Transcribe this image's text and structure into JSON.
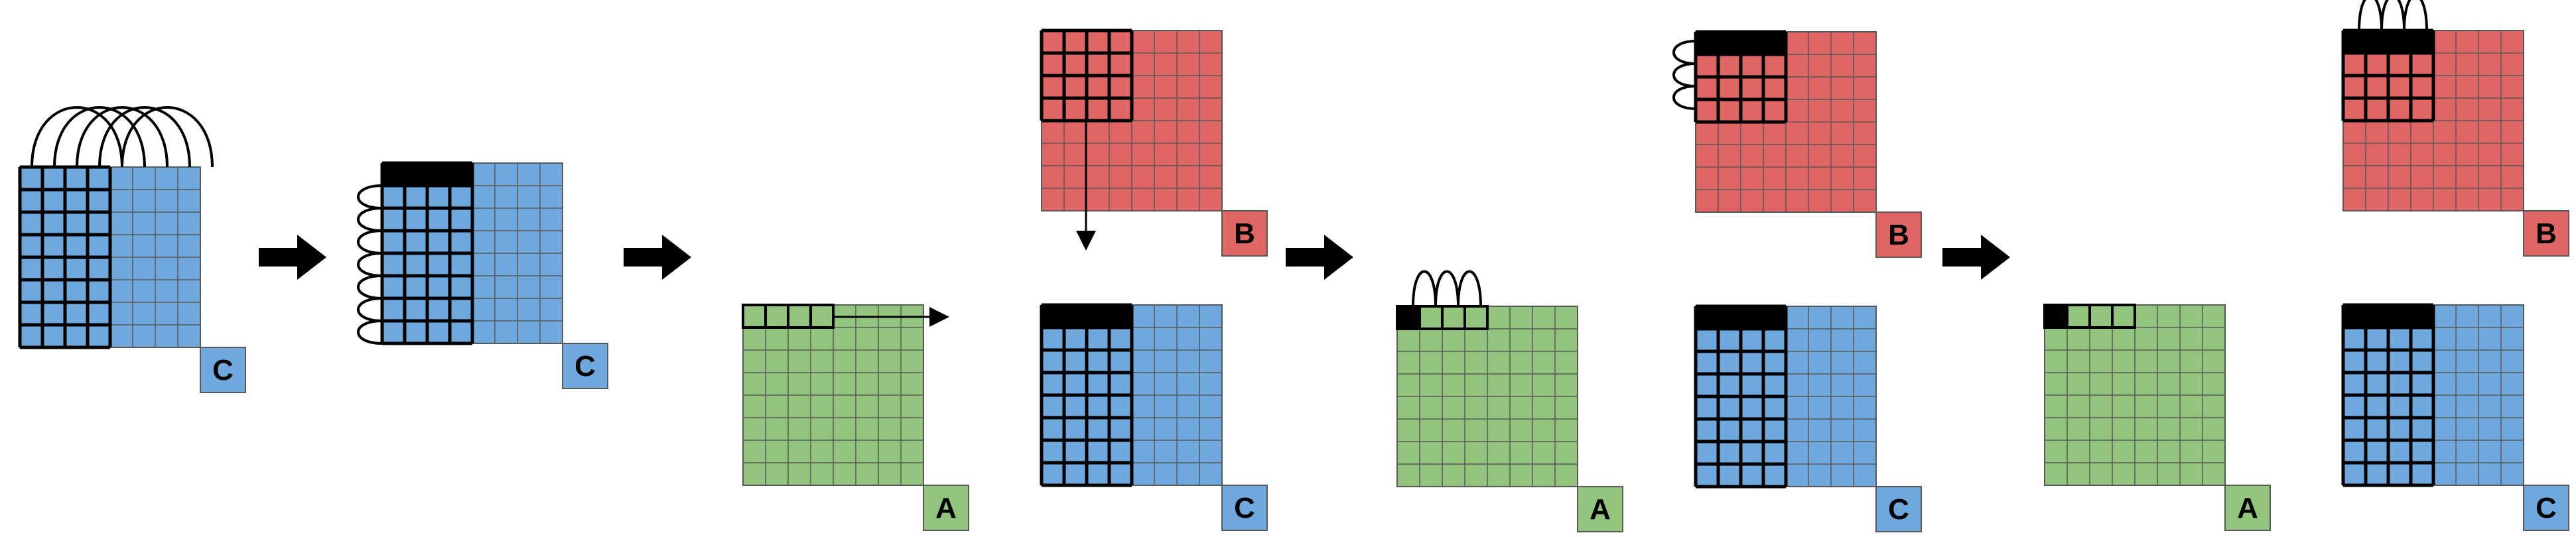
{
  "colors": {
    "C": "#6fa8dc",
    "B": "#e06666",
    "A": "#93c47d",
    "grid_line": "#595959",
    "ink": "#000000"
  },
  "labels": {
    "A": "A",
    "B": "B",
    "C": "C"
  },
  "stages": [
    {
      "id": "stage-1",
      "matrices": [
        "C"
      ]
    },
    {
      "id": "stage-2",
      "matrices": [
        "C"
      ]
    },
    {
      "id": "stage-3",
      "matrices": [
        "A",
        "B",
        "C"
      ]
    },
    {
      "id": "stage-4",
      "matrices": [
        "A",
        "B",
        "C"
      ]
    },
    {
      "id": "stage-5",
      "matrices": [
        "A",
        "B",
        "C"
      ]
    }
  ],
  "grid": {
    "rows": 8,
    "cols": 8,
    "block_rows": 8,
    "block_cols": 4
  }
}
